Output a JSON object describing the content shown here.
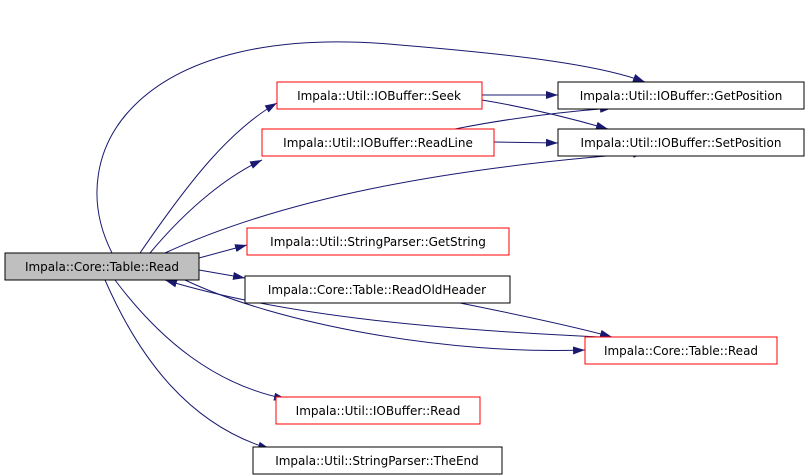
{
  "colors": {
    "edge": "#191970",
    "border_default": "#000000",
    "border_highlight": "#ff0000",
    "root_fill": "#bfbfbf",
    "node_fill": "#ffffff"
  },
  "nodes": {
    "root": {
      "label": "Impala::Core::Table::Read",
      "style": "root"
    },
    "seek": {
      "label": "Impala::Util::IOBuffer::Seek",
      "style": "red"
    },
    "readline": {
      "label": "Impala::Util::IOBuffer::ReadLine",
      "style": "red"
    },
    "getposition": {
      "label": "Impala::Util::IOBuffer::GetPosition",
      "style": "black"
    },
    "setposition": {
      "label": "Impala::Util::IOBuffer::SetPosition",
      "style": "black"
    },
    "getstring": {
      "label": "Impala::Util::StringParser::GetString",
      "style": "red"
    },
    "readoldheader": {
      "label": "Impala::Core::Table::ReadOldHeader",
      "style": "black"
    },
    "tableread": {
      "label": "Impala::Core::Table::Read",
      "style": "red"
    },
    "bufferread": {
      "label": "Impala::Util::IOBuffer::Read",
      "style": "red"
    },
    "theend": {
      "label": "Impala::Util::StringParser::TheEnd",
      "style": "black"
    }
  },
  "edges": [
    {
      "from": "root",
      "to": "getposition"
    },
    {
      "from": "root",
      "to": "seek"
    },
    {
      "from": "root",
      "to": "readline"
    },
    {
      "from": "root",
      "to": "setposition"
    },
    {
      "from": "root",
      "to": "getstring"
    },
    {
      "from": "root",
      "to": "readoldheader"
    },
    {
      "from": "root",
      "to": "tableread"
    },
    {
      "from": "root",
      "to": "bufferread"
    },
    {
      "from": "root",
      "to": "theend"
    },
    {
      "from": "seek",
      "to": "getposition"
    },
    {
      "from": "seek",
      "to": "setposition"
    },
    {
      "from": "readline",
      "to": "getposition"
    },
    {
      "from": "readline",
      "to": "setposition"
    },
    {
      "from": "readoldheader",
      "to": "tableread"
    },
    {
      "from": "tableread",
      "to": "root"
    }
  ]
}
